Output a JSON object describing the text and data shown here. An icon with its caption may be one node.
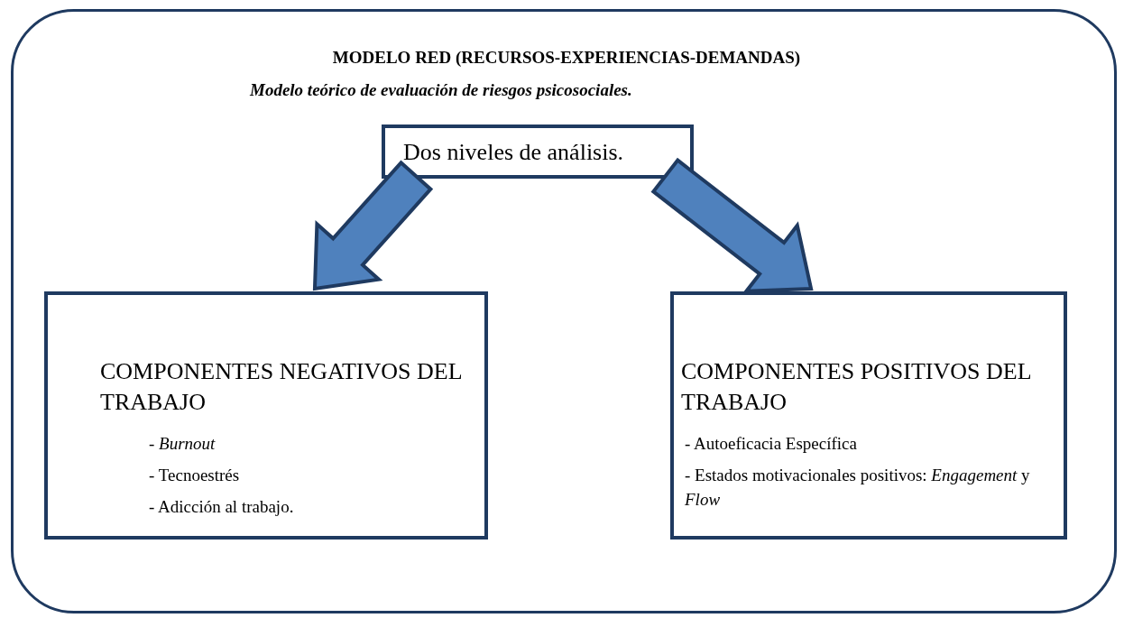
{
  "diagram": {
    "nodes": [
      {
        "text": [
          "MODELO RED (RECURSOS-EXPERIENCIAS-DEMANDAS)",
          "Modelo teórico de evaluación de riesgos psicosociales."
        ]
      },
      {
        "text": [
          "Dos niveles de análisis."
        ],
        "in": 0
      },
      {
        "text": [
          "COMPONENTES NEGATIVOS DEL TRABAJO",
          "- *Burnout*",
          "- Tecnoestrés",
          "- Adicción al trabajo."
        ],
        "in": 0
      },
      {
        "text": [
          "COMPONENTES POSITIVOS DEL TRABAJO",
          "- Autoeficacia Específica",
          "- Estados motivacionales positivos: *Engagement* y *Flow*"
        ],
        "in": 0
      }
    ],
    "edges": [
      {
        "from": 1,
        "to": 2,
        "arrow": "to",
        "style": "thick",
        "color": "#4f81bd"
      },
      {
        "from": 1,
        "to": 3,
        "arrow": "to",
        "style": "thick",
        "color": "#4f81bd"
      }
    ]
  }
}
